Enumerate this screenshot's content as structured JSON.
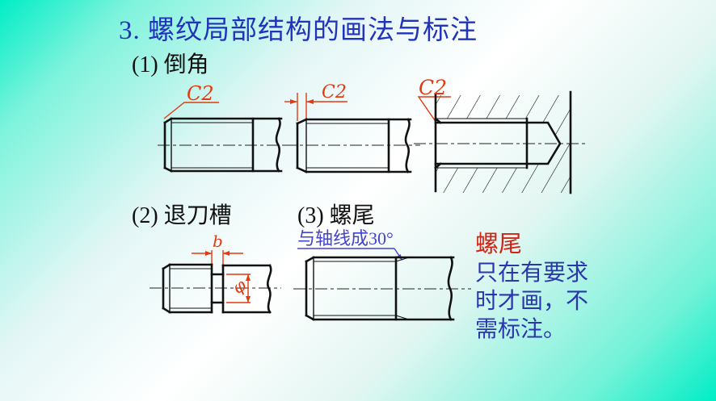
{
  "slide": {
    "title": "3. 螺纹局部结构的画法与标注"
  },
  "sections": {
    "chamfer_label": "(1) 倒角",
    "undercut_label": "(2) 退刀槽",
    "runout_label": "(3) 螺尾"
  },
  "dimensions": {
    "chamfer1": "C2",
    "chamfer2": "C2",
    "chamfer3": "C2",
    "groove_width": "b",
    "groove_diameter": "φ",
    "runout_angle": "与轴线成30°"
  },
  "note": {
    "heading": "螺尾",
    "line1": "只在有要求",
    "line2": "时才画，不",
    "line3": "需标注。"
  },
  "colors": {
    "background_teal": "#00edc6",
    "title_blue": "#2233bb",
    "annotation_red": "#e23a0e",
    "note_red": "#d42312",
    "note_blue": "#2936ad",
    "leader_blue": "#4343cc",
    "drawing_black": "#111111"
  }
}
